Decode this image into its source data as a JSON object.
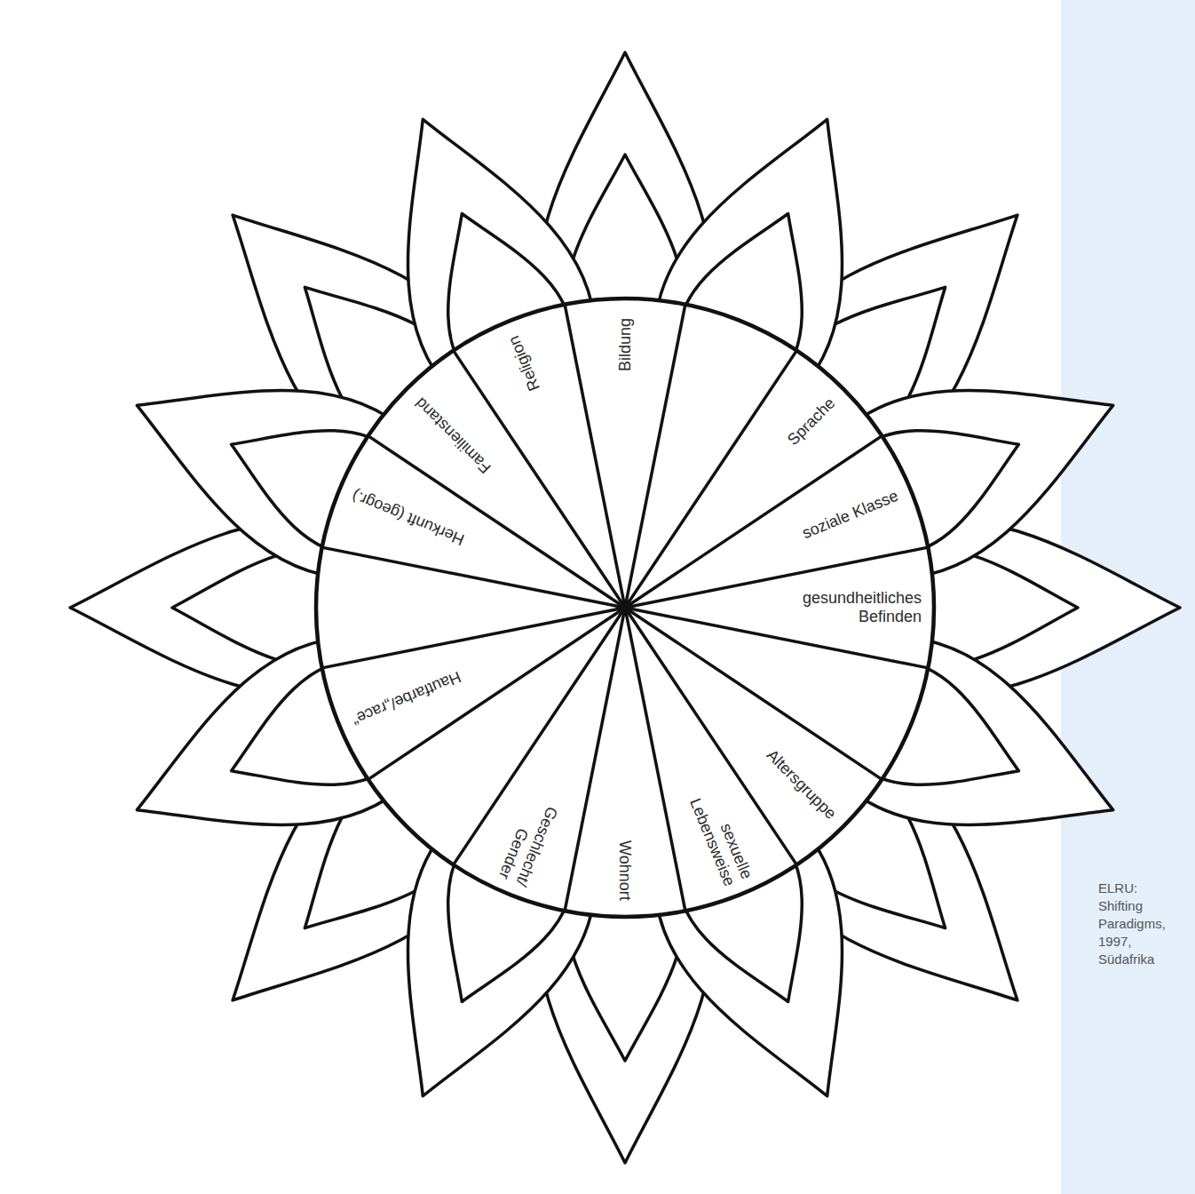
{
  "diagram": {
    "caption": "ELRU: Shifting Paradigms, 1997, Südafrika",
    "labels": [
      "Bildung",
      "Religion",
      "Familienstand",
      "Herkunft (geogr.)",
      "Hautfarbe/„race“",
      "Geschlecht/ Gender",
      "Wohnort",
      "sexuelle Lebensweise",
      "Altersgruppe",
      "gesundheitliches Befinden",
      "soziale Klasse",
      "Sprache"
    ]
  }
}
